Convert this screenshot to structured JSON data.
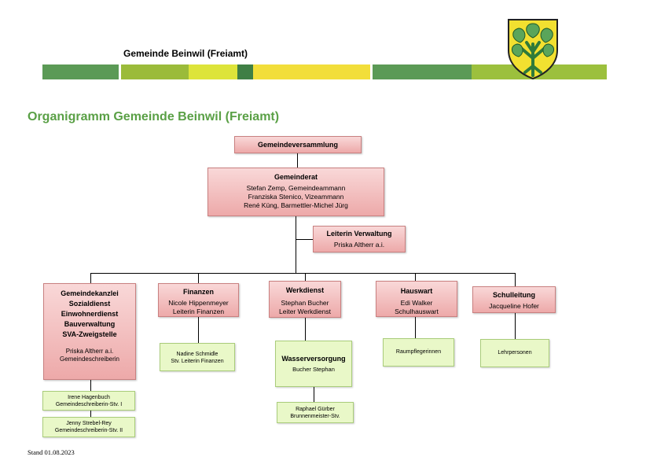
{
  "header": {
    "municipality": "Gemeinde Beinwil (Freiamt)",
    "band_colors": [
      "#5b9a56",
      "#9bbb3a",
      "#dde43a",
      "#3f7f45",
      "#f2de3a",
      "#5b9a56",
      "#9cc03d"
    ]
  },
  "title": "Organigramm Gemeinde Beinwil (Freiamt)",
  "nodes": {
    "assembly": {
      "title": "Gemeindeversammlung"
    },
    "council": {
      "title": "Gemeinderat",
      "members": [
        "Stefan Zemp, Gemeindeammann",
        "Franziska Stenico, Vizeammann",
        "René Küng, Barmettler-Michel Jürg"
      ]
    },
    "admin": {
      "title": "Leiterin Verwaltung",
      "person": "Priska Altherr a.i."
    },
    "chancery": {
      "titles": [
        "Gemeindekanzlei",
        "Sozialdienst",
        "Einwohnerdienst",
        "Bauverwaltung",
        "SVA-Zweigstelle"
      ],
      "person": "Priska Altherr a.i.",
      "role": "Gemeindeschreiberin"
    },
    "chancery_sub1": {
      "person": "Irene Hagenbuch",
      "role": "Gemeindeschreiberin-Stv. I"
    },
    "chancery_sub2": {
      "person": "Jenny Strebel-Rey",
      "role": "Gemeindeschreiberin-Stv. II"
    },
    "finance": {
      "title": "Finanzen",
      "person": "Nicole Hippenmeyer",
      "role": "Leiterin Finanzen"
    },
    "finance_sub": {
      "person": "Nadine Schmidle",
      "role": "Stv. Leiterin Finanzen"
    },
    "works": {
      "title": "Werkdienst",
      "person": "Stephan Bucher",
      "role": "Leiter Werkdienst"
    },
    "water": {
      "title": "Wasserversorgung",
      "person": "Bucher Stephan"
    },
    "water_sub": {
      "person": "Raphael Gürber",
      "role": "Brunnenmeister-Stv."
    },
    "caretaker": {
      "title": "Hauswart",
      "person": "Edi Walker",
      "role": "Schulhauswart"
    },
    "caretaker_sub": {
      "label": "Raumpflegerinnen"
    },
    "school": {
      "title": "Schulleitung",
      "person": "Jacqueline Hofer"
    },
    "school_sub": {
      "label": "Lehrpersonen"
    }
  },
  "footer": {
    "stand": "Stand 01.08.2023"
  }
}
